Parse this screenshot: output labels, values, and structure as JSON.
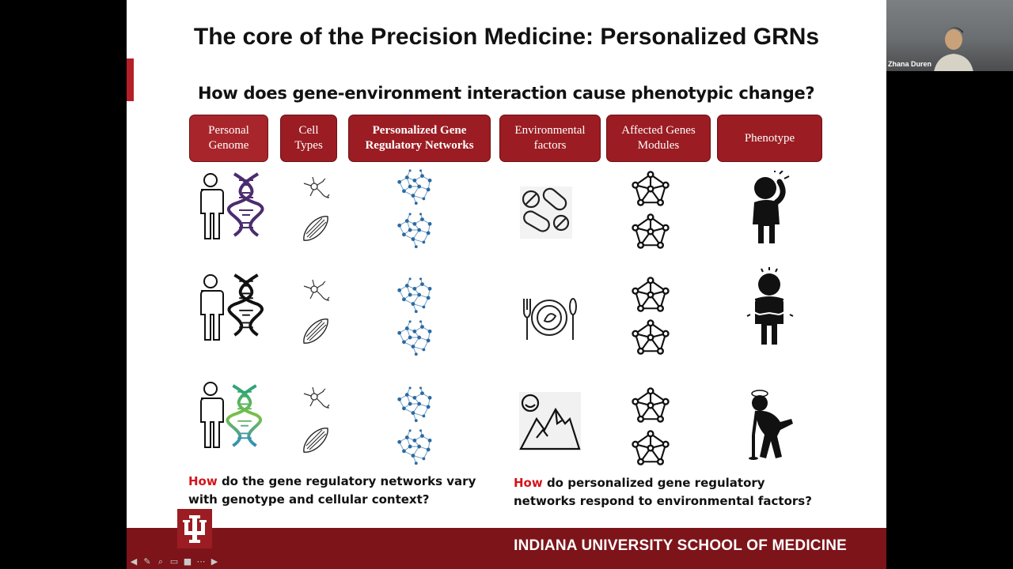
{
  "slide": {
    "title": "The core of the Precision Medicine: Personalized GRNs",
    "question": "How does gene-environment interaction cause phenotypic change?",
    "headers": {
      "personal_genome": "Personal\nGenome",
      "cell_types": "Cell\nTypes",
      "personalized_grn": "Personalized Gene\nRegulatory Networks",
      "environmental_factors": "Environmental\nfactors",
      "affected_genes": "Affected Genes\nModules",
      "phenotype": "Phenotype"
    },
    "bottom_left": {
      "how": "How",
      "line1": " do the gene regulatory networks vary",
      "line2": "with genotype and cellular context?"
    },
    "bottom_right": {
      "how": "How",
      "line1": " do personalized gene regulatory",
      "line2": "networks respond to environmental factors?"
    },
    "footer": "INDIANA UNIVERSITY SCHOOL OF MEDICINE",
    "rows": [
      {
        "environment_icon": "pills-icon",
        "phenotype_icon": "headache-person-icon",
        "dna_color": "#4b2c6f"
      },
      {
        "environment_icon": "plate-cutlery-icon",
        "phenotype_icon": "stomachache-person-icon",
        "dna_color": "#111111"
      },
      {
        "environment_icon": "mountain-sun-icon",
        "phenotype_icon": "dizzy-person-icon",
        "dna_color": "gradient-green-blue"
      }
    ]
  },
  "webcam": {
    "participant_name": "Zhana Duren"
  },
  "toolbar": {
    "icons": [
      "prev-icon",
      "pen-icon",
      "zoom-icon",
      "captions-icon",
      "camera-icon",
      "more-icon",
      "next-icon"
    ]
  },
  "colors": {
    "header_fill": "#9b1c22",
    "footer_fill": "#7d1419",
    "accent_red": "#d4141c",
    "network_blue": "#2b6aa0"
  }
}
